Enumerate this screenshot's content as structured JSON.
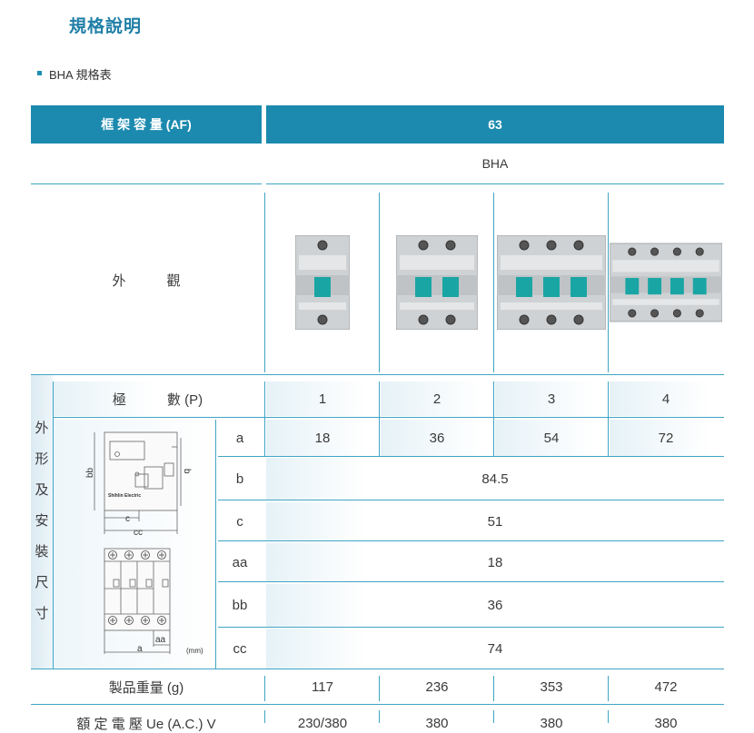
{
  "page_title": "規格說明",
  "subtitle": "BHA 規格表",
  "table": {
    "frame_label": "框 架 容 量 (AF)",
    "frame_value": "63",
    "series": "BHA",
    "appearance_label": "外　　　觀",
    "poles_label": "極　　　數 (P)",
    "poles": [
      "1",
      "2",
      "3",
      "4"
    ],
    "dims_label": [
      "外",
      "形",
      "及",
      "安",
      "裝",
      "尺",
      "寸"
    ],
    "dims": {
      "a": {
        "label": "a",
        "values": [
          "18",
          "36",
          "54",
          "72"
        ]
      },
      "b": {
        "label": "b",
        "value": "84.5"
      },
      "c": {
        "label": "c",
        "value": "51"
      },
      "aa": {
        "label": "aa",
        "value": "18"
      },
      "bb": {
        "label": "bb",
        "value": "36"
      },
      "cc": {
        "label": "cc",
        "value": "74"
      }
    },
    "diagram": {
      "bb": "bb",
      "b": "b",
      "c": "c",
      "cc": "cc",
      "aa": "aa",
      "a": "a",
      "unit": "(mm)",
      "brand": "Shihlin Electric"
    },
    "weight_label": "製品重量 (g)",
    "weight": [
      "117",
      "236",
      "353",
      "472"
    ],
    "voltage_label": "額 定 電 壓 Ue (A.C.) V",
    "voltage": [
      "230/380",
      "380",
      "380",
      "380"
    ]
  },
  "colors": {
    "header": "#1c8aae",
    "title": "#1f7fa6",
    "rule": "#3fa5c4",
    "breaker_handle": "#1aa5a5"
  }
}
